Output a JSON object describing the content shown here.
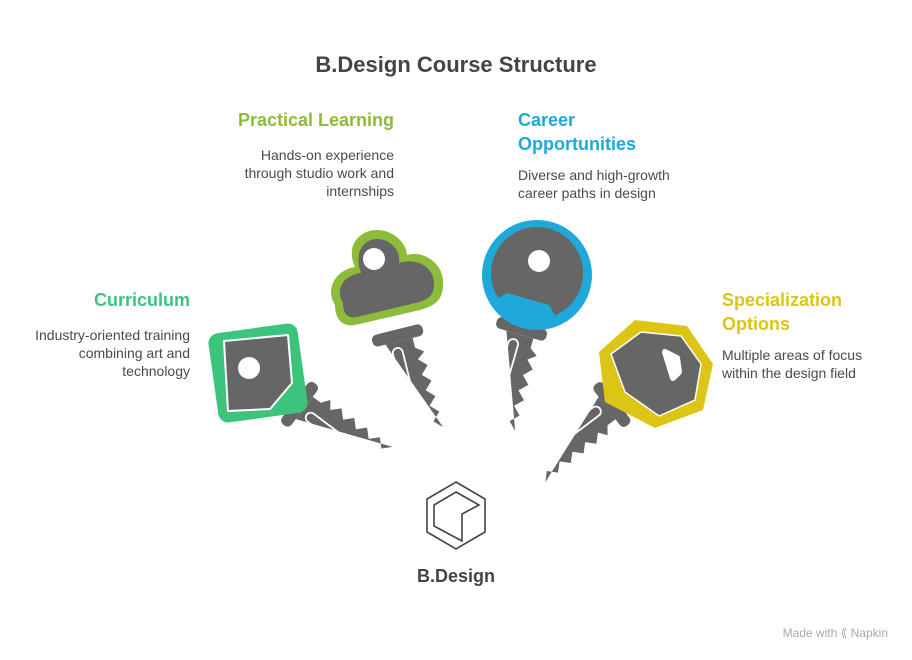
{
  "title": "B.Design Course Structure",
  "center": {
    "label": "B.Design",
    "icon": "hexagon-box-icon"
  },
  "items": [
    {
      "title": "Curriculum",
      "description": "Industry-oriented training combining art and technology",
      "color": "#3cc47c",
      "head": "rounded-square"
    },
    {
      "title": "Practical Learning",
      "description": "Hands-on experience through studio work and internships",
      "color": "#8dbb3a",
      "head": "cloud"
    },
    {
      "title": "Career Opportunities",
      "description": "Diverse and high-growth career paths in design",
      "color": "#1fa8da",
      "head": "circle"
    },
    {
      "title": "Specialization Options",
      "description": "Multiple areas of focus within the design field",
      "color": "#dcc514",
      "head": "hexagon"
    }
  ],
  "footer": {
    "text": "Made with",
    "brand": "Napkin"
  }
}
